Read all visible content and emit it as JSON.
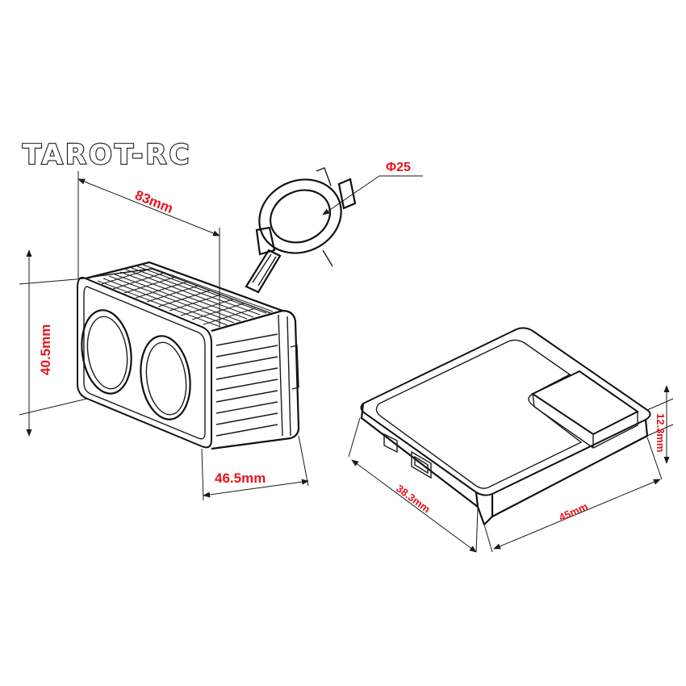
{
  "brand": {
    "logo_text": "TAROT-RC"
  },
  "colors": {
    "dimension_text": "#e8141b",
    "line": "#1a1a1a",
    "background": "#ffffff"
  },
  "dimensions": {
    "length": "83mm",
    "height": "40.5mm",
    "width": "46.5mm",
    "clamp_diameter": "Φ25",
    "module_depth": "38.3mm",
    "module_width": "45mm",
    "module_height": "12.3mm"
  }
}
